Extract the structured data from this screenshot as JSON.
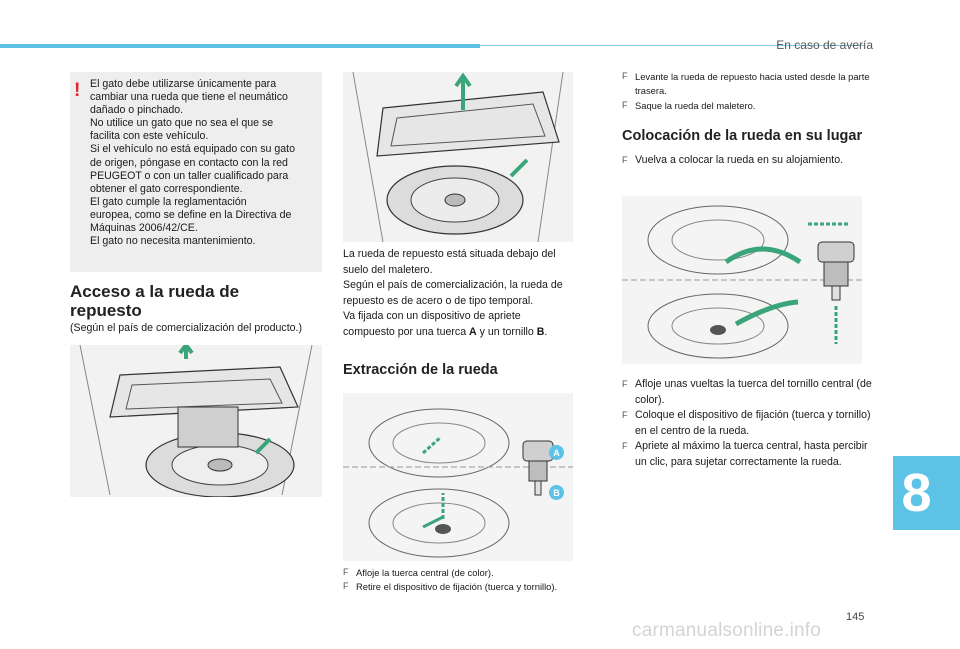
{
  "header": {
    "section_title": "En caso de avería"
  },
  "chapter": {
    "number": "8"
  },
  "footer": {
    "page_number": "145",
    "watermark": "carmanualsonline.info"
  },
  "warning": {
    "mark": "!",
    "lines": [
      "El gato debe utilizarse únicamente para",
      "cambiar una rueda que tiene el neumático",
      "dañado o pinchado.",
      "No utilice un gato que no sea el que se",
      "facilita con este vehículo.",
      "Si el vehículo no está equipado con su gato",
      "de origen, póngase en contacto con la red",
      "PEUGEOT o con un taller cualificado para",
      "obtener el gato correspondiente.",
      "El gato cumple la reglamentación",
      "europea, como se define en la Directiva de",
      "Máquinas 2006/42/CE.",
      "El gato no necesita mantenimiento."
    ]
  },
  "access": {
    "title_line1": "Acceso a la rueda de",
    "title_line2": "repuesto",
    "subtitle": "(Según el país de comercialización del producto.)"
  },
  "description": {
    "line1": "La rueda de repuesto está situada debajo del",
    "line2": "suelo del maletero.",
    "line3": "Según el país de comercialización, la rueda de",
    "line4": "repuesto es de acero o de tipo temporal.",
    "line5": "Va fijada con un dispositivo de apriete",
    "line6_prefix": "compuesto por una tuerca ",
    "label_a": "A",
    "line6_mid": " y un tornillo ",
    "label_b": "B",
    "line6_suffix": "."
  },
  "removal": {
    "title": "Extracción de la rueda",
    "steps": [
      "Afloje la tuerca central (de color).",
      "Retire el dispositivo de fijación (tuerca y tornillo)."
    ]
  },
  "lift": {
    "steps": [
      "Levante la rueda de repuesto hacia usted desde la parte trasera.",
      "Saque la rueda del maletero."
    ]
  },
  "refit": {
    "title": "Colocación de la rueda en su lugar",
    "step1": "Vuelva a colocar la rueda en su alojamiento.",
    "steps": [
      "Afloje unas vueltas la tuerca del tornillo central (de color).",
      "Coloque el dispositivo de fijación (tuerca y tornillo) en el centro de la rueda.",
      "Apriete al máximo la tuerca central, hasta percibir un clic, para sujetar correctamente la rueda."
    ]
  },
  "callouts": {
    "a": "A",
    "b": "B"
  },
  "colors": {
    "accent": "#5cc3e6",
    "arrow": "#3aa57a",
    "warning": "#e3262e"
  }
}
